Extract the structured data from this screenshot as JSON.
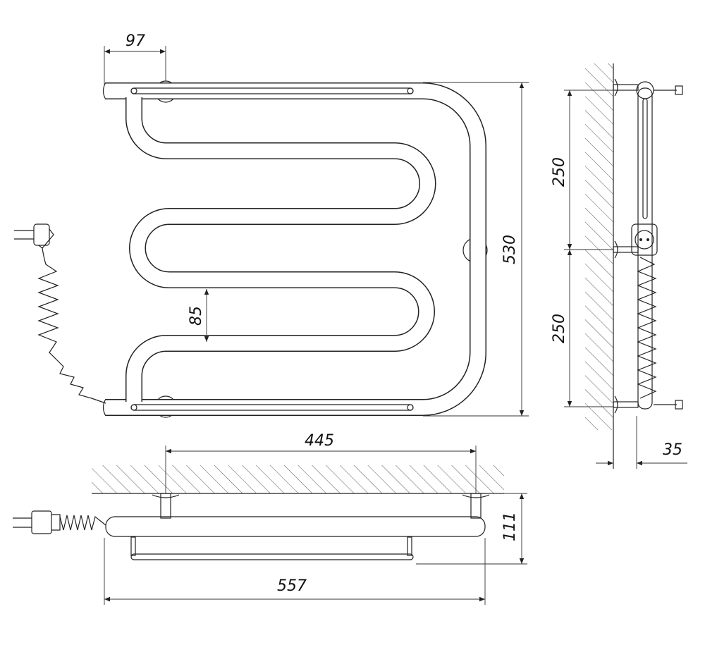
{
  "drawing": {
    "title": "Electric towel rail dimension drawing",
    "dimensions": {
      "bracket_offset": "97",
      "total_height": "530",
      "upper_bracket_spacing": "250",
      "lower_bracket_spacing": "250",
      "pipe_gap": "85",
      "bracket_center_distance": "445",
      "depth": "111",
      "total_width": "557",
      "wall_offset": "35"
    },
    "colors": {
      "line": "#222222",
      "background": "#ffffff"
    }
  }
}
